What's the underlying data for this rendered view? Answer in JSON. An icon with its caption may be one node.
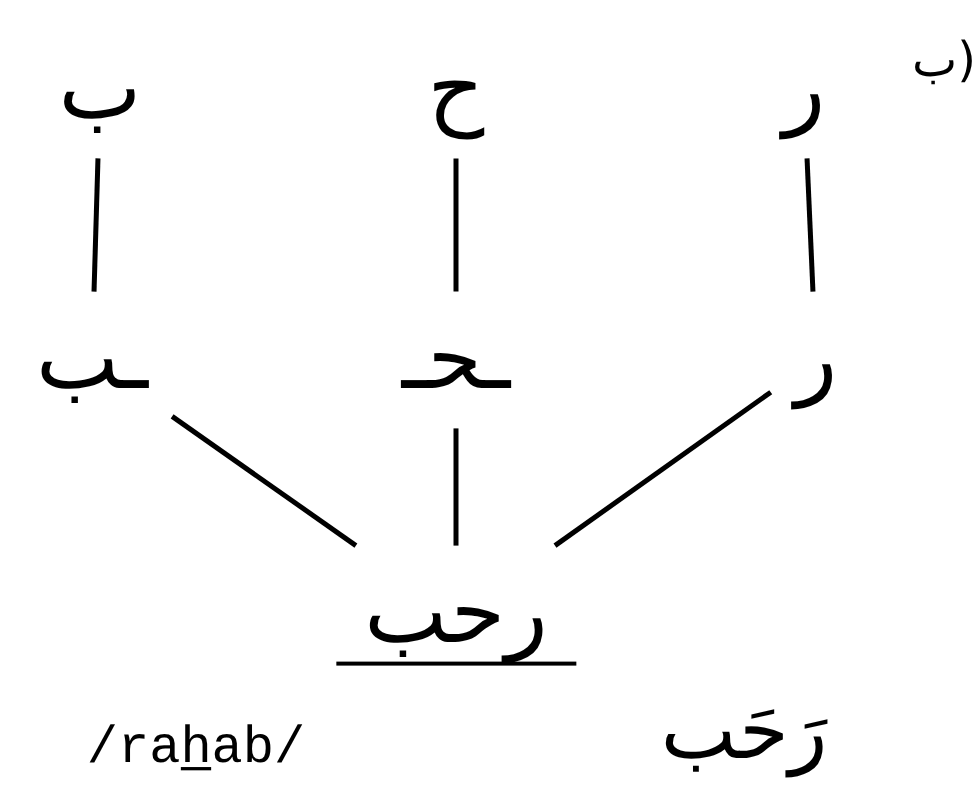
{
  "diagram": {
    "nodes": [
      {
        "text": [
          "ب"
        ]
      },
      {
        "text": [
          "ح"
        ]
      },
      {
        "text": [
          "ر"
        ]
      },
      {
        "text": [
          "ـب"
        ]
      },
      {
        "text": [
          "ـحـ"
        ]
      },
      {
        "text": [
          "ر"
        ]
      },
      {
        "text": [
          "رحب"
        ]
      }
    ],
    "edges": [
      {
        "from": 0,
        "to": 3,
        "arrow": "none"
      },
      {
        "from": 1,
        "to": 4,
        "arrow": "none"
      },
      {
        "from": 2,
        "to": 5,
        "arrow": "none"
      },
      {
        "from": 3,
        "to": 6,
        "arrow": "none"
      },
      {
        "from": 4,
        "to": 6,
        "arrow": "none"
      },
      {
        "from": 5,
        "to": 6,
        "arrow": "none"
      }
    ],
    "labels": [
      "(ب",
      "/rah̲ab/",
      "رَحَب"
    ]
  }
}
